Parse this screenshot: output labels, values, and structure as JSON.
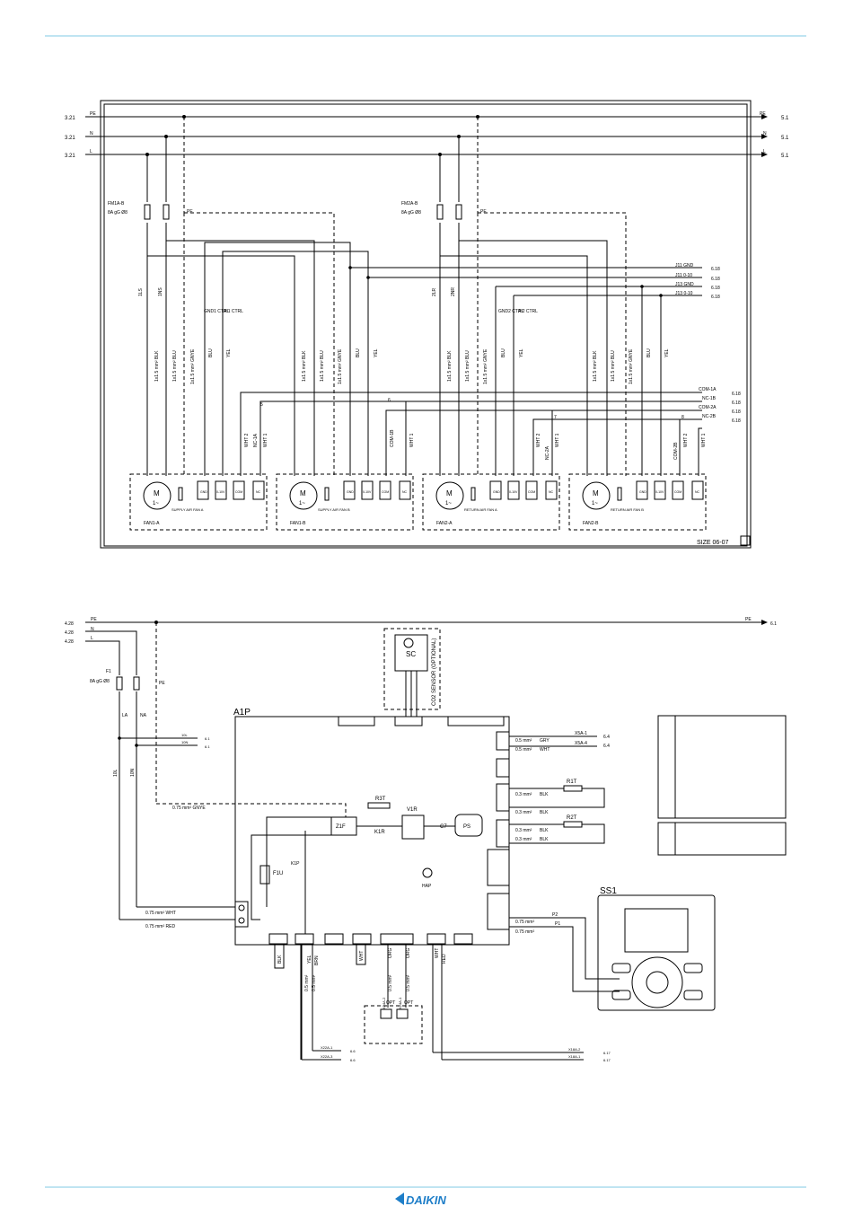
{
  "brand": {
    "logo_text": "DAIKIN",
    "color": "#1e7ec8",
    "rule_color": "#7fc8e6"
  },
  "top": {
    "left_refs": [
      "3.21",
      "3.21",
      "3.21"
    ],
    "right_refs": [
      "5.1",
      "5.1",
      "5.1"
    ],
    "bus_labels": [
      "PE",
      "N",
      "L"
    ],
    "breaker1": {
      "name": "FM1A-B",
      "rating": "8A gG Ø8"
    },
    "breaker2": {
      "name": "FM2A-B",
      "rating": "8A gG Ø8"
    },
    "pe_tag": "PE",
    "wire_ids_1": [
      "1LS",
      "1NS"
    ],
    "wire_ids_2": [
      "2LR",
      "2NR"
    ],
    "signal_outs": [
      {
        "label": "J11 GND",
        "ref": "6.18"
      },
      {
        "label": "J11 0-10",
        "ref": "6.18"
      },
      {
        "label": "J13 GND",
        "ref": "6.18"
      },
      {
        "label": "J13 0-10",
        "ref": "6.18"
      }
    ],
    "com_outs": [
      {
        "label": "COM-1A",
        "ref": "6.18"
      },
      {
        "label": "NC-1B",
        "ref": "6.18"
      },
      {
        "label": "COM-2A",
        "ref": "6.18"
      },
      {
        "label": "NC-2B",
        "ref": "6.18"
      }
    ],
    "ctrl_labels": [
      "GND1 CTRL",
      "AI1 CTRL",
      "GND2 CTRL",
      "AI2 CTRL"
    ],
    "ctrl_tag": "CTRL",
    "ctrl_numbers": [
      "5",
      "6",
      "7",
      "8"
    ],
    "wire_specs": [
      "1x1.5 mm² BLK",
      "1x1.5 mm² BLU",
      "1x1.5 mm² GNYE"
    ],
    "colors": [
      "BLU",
      "YEL"
    ],
    "whites": [
      "WHT 2",
      "WHT 1"
    ],
    "nc_labels": [
      "NC-1A",
      "COM-1B",
      "NC-2A",
      "COM-2B"
    ],
    "terminals": [
      "GND",
      "0-10V",
      "COM",
      "NC"
    ],
    "fans": [
      {
        "id": "FAN1-A",
        "desc": "SUPPLY AIR FAN A"
      },
      {
        "id": "FAN1-B",
        "desc": "SUPPLY AIR FAN B"
      },
      {
        "id": "FAN2-A",
        "desc": "RETURN AIR FAN A"
      },
      {
        "id": "FAN2-B",
        "desc": "RETURN AIR FAN B"
      }
    ],
    "motor": "M",
    "motor_phase": "1~",
    "size_label": "SIZE 06-07"
  },
  "bottom": {
    "left_refs": [
      "4.28",
      "4.28",
      "4.28"
    ],
    "bus_labels": [
      "PE",
      "N",
      "L"
    ],
    "right_ref": "6.1",
    "fuse": {
      "name": "F1",
      "rating": "8A gG Ø8"
    },
    "wire_tags": [
      "LA",
      "NA",
      "PE"
    ],
    "side_wires": [
      "10L",
      "10N"
    ],
    "out_wires": [
      {
        "label": "10L",
        "ref": "6.1"
      },
      {
        "label": "10N",
        "ref": "6.1"
      }
    ],
    "sensor": {
      "id": "SC",
      "label": "CO2 SENSOR (OPTIONAL)"
    },
    "board": "A1P",
    "gnye": "0.75 mm² GNYE",
    "components": [
      "Z1F",
      "R3T",
      "K1R",
      "V1R",
      "C7",
      "PS",
      "F1U",
      "K1P",
      "HAP"
    ],
    "right_conns": [
      "X5A-1",
      "X5A-4"
    ],
    "right_wires": [
      {
        "spec": "0.5 mm²",
        "color": "GRY"
      },
      {
        "spec": "0.5 mm²",
        "color": "WHT"
      },
      {
        "spec": "0.3 mm²",
        "color": "BLK"
      },
      {
        "spec": "0.3 mm²",
        "color": "BLK"
      },
      {
        "spec": "0.3 mm²",
        "color": "BLK"
      },
      {
        "spec": "0.3 mm²",
        "color": "BLK"
      }
    ],
    "right_refs": [
      "6.4",
      "6.4"
    ],
    "thermistors": [
      "R1T",
      "R2T"
    ],
    "ss_wires": [
      "0.75 mm²",
      "0.75 mm²"
    ],
    "ss_pins": [
      "P2",
      "P1"
    ],
    "remote": "SS1",
    "left_wires": [
      "0.75 mm² WHT",
      "0.75 mm² RED"
    ],
    "bottom_colors": [
      "BLK",
      "YEL",
      "BRN",
      "WHT",
      "ORG",
      "ORG",
      "WHT",
      "RED"
    ],
    "bottom_specs": [
      "0.5 mm²",
      "0.5 mm²",
      "0.5 mm²",
      "0.5 mm²"
    ],
    "x24": [
      "X24A-1",
      "X24A-2"
    ],
    "opt": "OPT",
    "outs": [
      {
        "label": "X22A-1",
        "ref": "6.6"
      },
      {
        "label": "X22A-3",
        "ref": "6.6"
      },
      {
        "label": "X18A-2",
        "ref": "6.17"
      },
      {
        "label": "X18A-1",
        "ref": "6.17"
      }
    ]
  }
}
